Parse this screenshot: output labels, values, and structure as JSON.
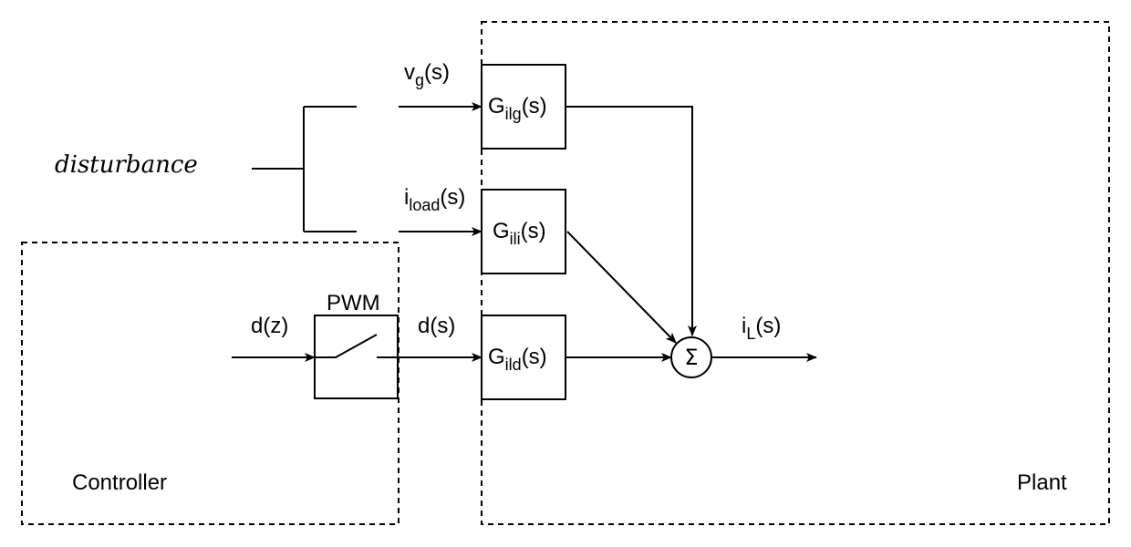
{
  "disturbance_label": "disturbance",
  "controller_label": "Controller",
  "plant_label": "Plant",
  "pwm_label": "PWM",
  "signals": {
    "vg": {
      "main": "v",
      "sub": "g",
      "suffix": "(s)"
    },
    "iload": {
      "main": "i",
      "sub": "load",
      "suffix": "(s)"
    },
    "dz": {
      "text": "d(z)"
    },
    "ds": {
      "text": "d(s)"
    },
    "iL": {
      "main": "i",
      "sub": "L",
      "suffix": "(s)"
    }
  },
  "blocks": {
    "gilg": {
      "main": "G",
      "sub": "ilg",
      "suffix": "(s)"
    },
    "gili": {
      "main": "G",
      "sub": "ili",
      "suffix": "(s)"
    },
    "gild": {
      "main": "G",
      "sub": "ild",
      "suffix": "(s)"
    }
  },
  "summer_symbol": "Σ"
}
